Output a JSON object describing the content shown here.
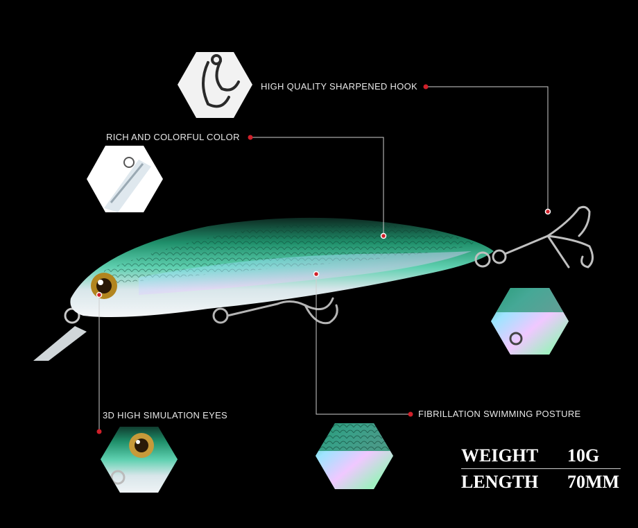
{
  "callouts": {
    "hook": "HIGH QUALITY SHARPENED HOOK",
    "color": "RICH AND COLORFUL COLOR",
    "eyes": "3D HIGH SIMULATION EYES",
    "posture": "FIBRILLATION SWIMMING POSTURE"
  },
  "specs": {
    "weight_label": "WEIGHT",
    "weight_value": "10G",
    "length_label": "LENGTH",
    "length_value": "70MM"
  },
  "colors": {
    "background": "#000000",
    "dot": "#d0202a",
    "line": "#cfcfcf",
    "lure_green": "#1fa37a",
    "lure_belly": "#e9ecef"
  }
}
